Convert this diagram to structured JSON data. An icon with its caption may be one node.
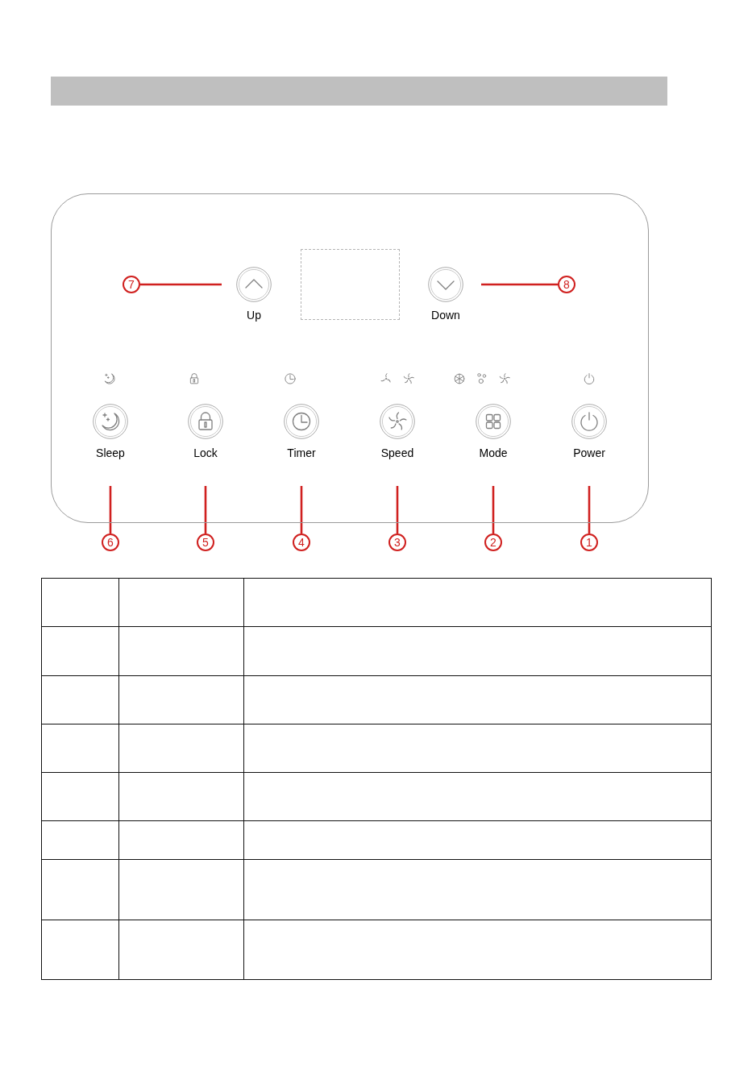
{
  "diagram": {
    "nodes": [
      {
        "text": [],
        "shape": "box"
      },
      {
        "text": [],
        "shape": "box",
        "in": 0
      },
      {
        "text": [
          "7"
        ],
        "in": 0
      },
      {
        "text": [
          "Up"
        ],
        "in": 0
      },
      {
        "text": [
          "Down"
        ],
        "in": 0
      },
      {
        "text": [
          "8"
        ],
        "in": 0
      },
      {
        "text": [
          "Sleep"
        ],
        "in": 0
      },
      {
        "text": [
          "Lock"
        ],
        "in": 0
      },
      {
        "text": [
          "Timer"
        ],
        "in": 0
      },
      {
        "text": [
          "Speed"
        ],
        "in": 0
      },
      {
        "text": [
          "Mode"
        ],
        "in": 0
      },
      {
        "text": [
          "Power"
        ],
        "in": 0
      },
      {
        "text": [
          "6"
        ]
      },
      {
        "text": [
          "5"
        ]
      },
      {
        "text": [
          "4"
        ]
      },
      {
        "text": [
          "3"
        ]
      },
      {
        "text": [
          "2"
        ]
      },
      {
        "text": [
          "1"
        ]
      }
    ],
    "edges": [
      {
        "from": 2,
        "to": 3,
        "arrow": "none"
      },
      {
        "from": 5,
        "to": 4,
        "arrow": "none"
      },
      {
        "from": 12,
        "to": 6,
        "arrow": "none"
      },
      {
        "from": 13,
        "to": 7,
        "arrow": "none"
      },
      {
        "from": 14,
        "to": 8,
        "arrow": "none"
      },
      {
        "from": 15,
        "to": 9,
        "arrow": "none"
      },
      {
        "from": 16,
        "to": 10,
        "arrow": "none"
      },
      {
        "from": 17,
        "to": 11,
        "arrow": "none"
      }
    ]
  }
}
